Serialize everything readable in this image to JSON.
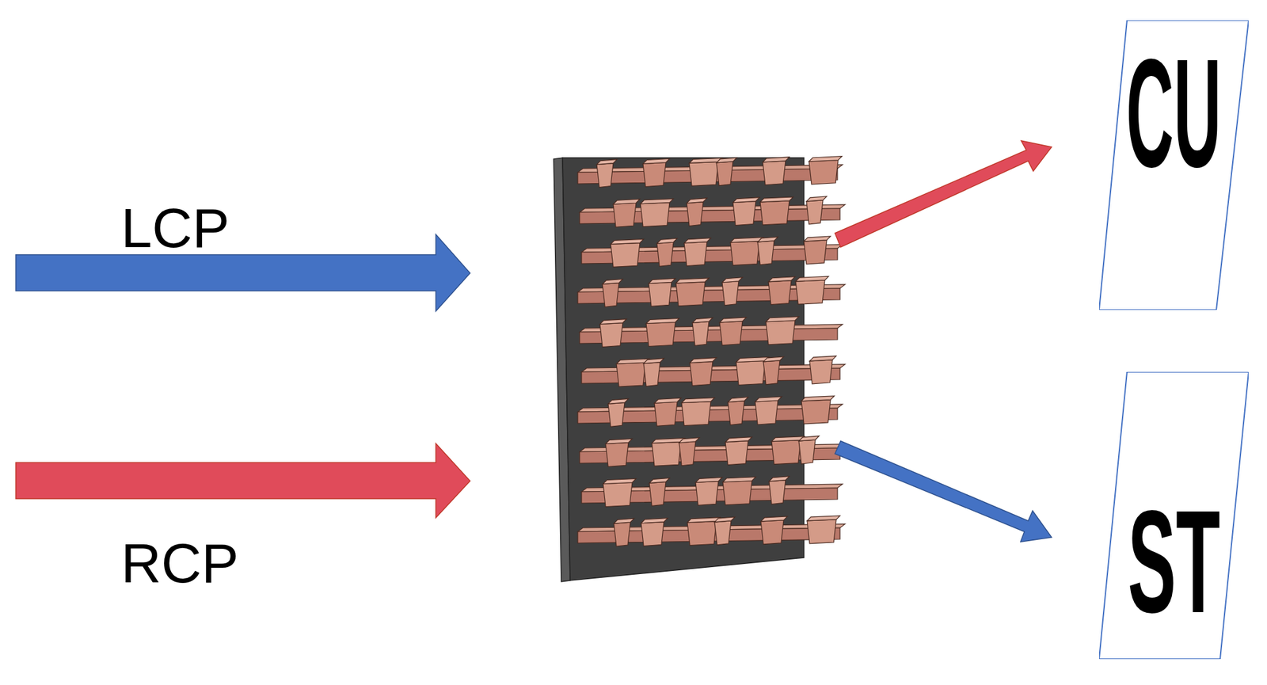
{
  "diagram": {
    "nodes": [
      {
        "text": [
          "CU"
        ]
      },
      {
        "text": [
          "ST"
        ]
      }
    ],
    "labels": [
      "LCP",
      "RCP"
    ]
  }
}
